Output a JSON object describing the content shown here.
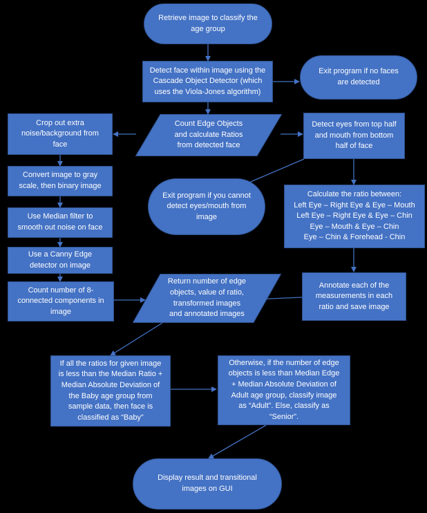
{
  "colors": {
    "background": "#000000",
    "node_fill": "#4472c4",
    "node_border": "#2f528f",
    "connector": "#4472c4",
    "text": "#ffffff"
  },
  "nodes": {
    "retrieve": "Retrieve image to classify the\nage group",
    "detect_face": "Detect face within image using the\nCascade Object Detector (which\nuses the Viola-Jones algorithm)",
    "exit_no_faces": "Exit program if no faces\nare detected",
    "count_edges": "Count Edge Objects\nand calculate Ratios\nfrom detected face",
    "crop": "Crop out extra\nnoise/background from\nface",
    "detect_eyes": "Detect eyes from top half\nand mouth from bottom\nhalf of face",
    "gray": "Convert image to gray\nscale, then binary image",
    "exit_no_eyes": "Exit program if you cannot\ndetect eyes/mouth from\nimage",
    "ratio": "Calculate the ratio between:\nLeft Eye – Right Eye & Eye – Mouth\nLeft Eye – Right Eye & Eye – Chin\nEye – Mouth & Eye – Chin\nEye – Chin & Forehead - Chin",
    "median": "Use Median filter to\nsmooth out noise on face",
    "canny": "Use a Canny Edge\ndetector on image",
    "count_components": "Count number of 8-\nconnected components in\nimage",
    "return_values": "Return number of edge\nobjects, value of ratio,\ntransformed images\nand annotated images",
    "annotate": "Annotate each of the\nmeasurements in each\nratio and save image",
    "baby": "If all the ratios for given image\nis less than the Median Ratio +\nMedian Absolute Deviation of\nthe Baby age group from\nsample data, then face is\nclassified as “Baby”",
    "otherwise": "Otherwise, if the number of edge\nobjects is less than Median Edge\n+ Median Absolute Deviation of\nAdult age group, classify image\nas “Adult”. Else, classify as\n“Senior”.",
    "display": "Display result and transitional\nimages on GUI"
  }
}
